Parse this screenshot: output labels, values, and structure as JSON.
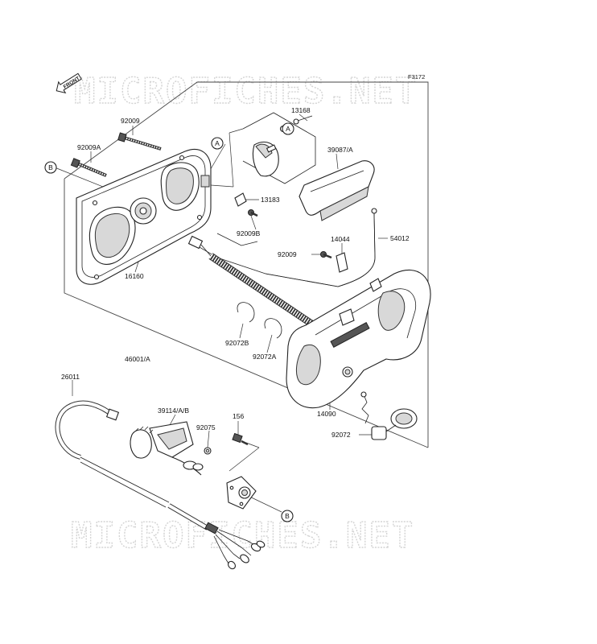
{
  "figure_code": "F3172",
  "front_marker": "FRONT",
  "watermark": "MICROFICHES.NET",
  "callouts": [
    {
      "id": "A",
      "name": "callout-a-upper"
    },
    {
      "id": "A",
      "name": "callout-a-clamp"
    },
    {
      "id": "B",
      "name": "callout-b-left"
    },
    {
      "id": "B",
      "name": "callout-b-lower"
    }
  ],
  "parts": [
    {
      "number": "13168",
      "name": "part-label-13168"
    },
    {
      "number": "92009",
      "name": "part-label-92009"
    },
    {
      "number": "92009A",
      "name": "part-label-92009a"
    },
    {
      "number": "39087/A",
      "name": "part-label-39087a"
    },
    {
      "number": "13183",
      "name": "part-label-13183"
    },
    {
      "number": "92009B",
      "name": "part-label-92009b"
    },
    {
      "number": "14044",
      "name": "part-label-14044"
    },
    {
      "number": "54012",
      "name": "part-label-54012"
    },
    {
      "number": "92009",
      "name": "part-label-92009-lower"
    },
    {
      "number": "16160",
      "name": "part-label-16160"
    },
    {
      "number": "92072B",
      "name": "part-label-92072b"
    },
    {
      "number": "92072A",
      "name": "part-label-92072a"
    },
    {
      "number": "46001/A",
      "name": "part-label-46001a"
    },
    {
      "number": "26011",
      "name": "part-label-26011"
    },
    {
      "number": "39114/A/B",
      "name": "part-label-39114ab"
    },
    {
      "number": "92075",
      "name": "part-label-92075"
    },
    {
      "number": "156",
      "name": "part-label-156"
    },
    {
      "number": "14090",
      "name": "part-label-14090"
    },
    {
      "number": "92072",
      "name": "part-label-92072"
    }
  ]
}
